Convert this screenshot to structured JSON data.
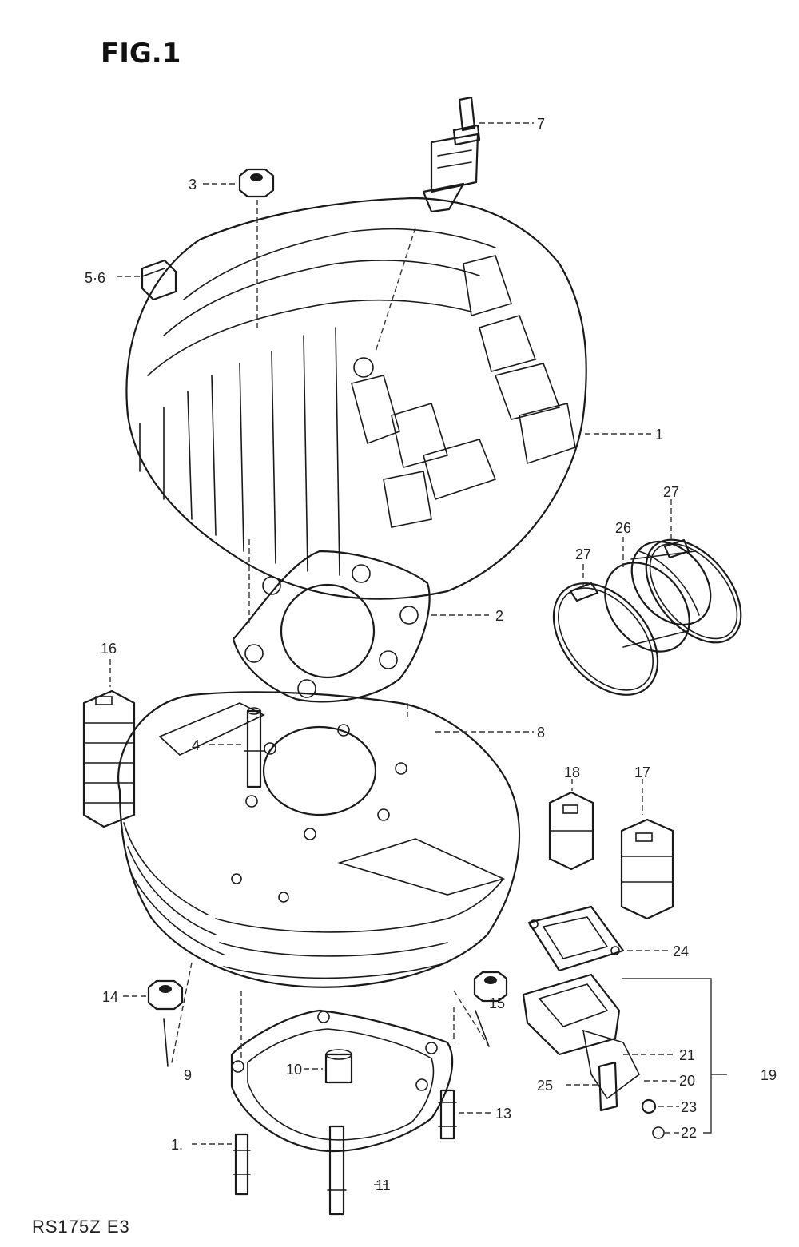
{
  "figure": {
    "title": "FIG.1",
    "model_code": "RS175Z  E3"
  },
  "callouts": {
    "c1": "1",
    "c2": "2",
    "c3": "3",
    "c4": "4",
    "c56": "5·6",
    "c7": "7",
    "c8": "8",
    "c9": "9",
    "c10": "10",
    "c11": "11",
    "c12": "1.",
    "c13": "13",
    "c14": "14",
    "c15": "15",
    "c16": "16",
    "c17": "17",
    "c18": "18",
    "c19": "19",
    "c20": "20",
    "c21": "21",
    "c22": "22",
    "c23": "23",
    "c24": "24",
    "c25": "25",
    "c26": "26",
    "c27a": "27",
    "c27b": "27"
  }
}
